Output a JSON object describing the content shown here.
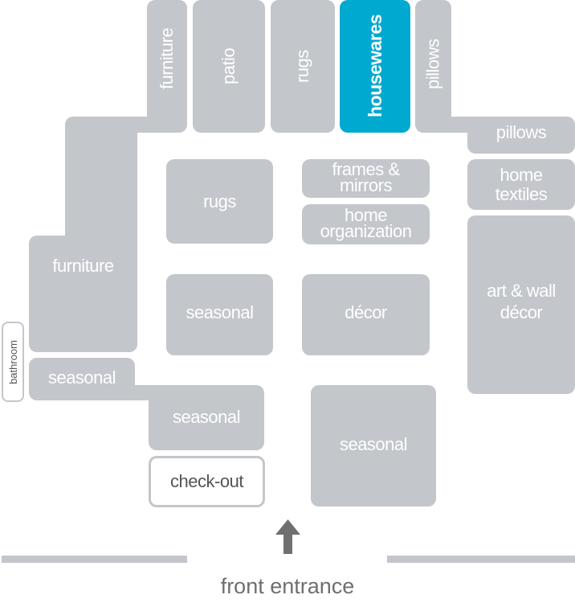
{
  "map": {
    "highlight_color": "#00a9d0",
    "section_color": "#c3c6ca",
    "highlighted_section": "housewares",
    "sections": {
      "furniture_top": "furniture",
      "patio": "patio",
      "rugs_top": "rugs",
      "housewares": "housewares",
      "pillows_vertical": "pillows",
      "pillows_horizontal": "pillows",
      "furniture_left": "furniture",
      "rugs_center": "rugs",
      "frames_mirrors": "frames & mirrors",
      "home_organization": "home organization",
      "home_textiles": "home textiles",
      "art_wall_decor": "art & wall décor",
      "seasonal_center": "seasonal",
      "decor": "décor",
      "seasonal_left": "seasonal",
      "seasonal_lower": "seasonal",
      "seasonal_right": "seasonal",
      "bathroom": "bathroom",
      "checkout": "check-out"
    },
    "entrance_label": "front entrance",
    "entrance_icon": "arrow-up-icon"
  }
}
